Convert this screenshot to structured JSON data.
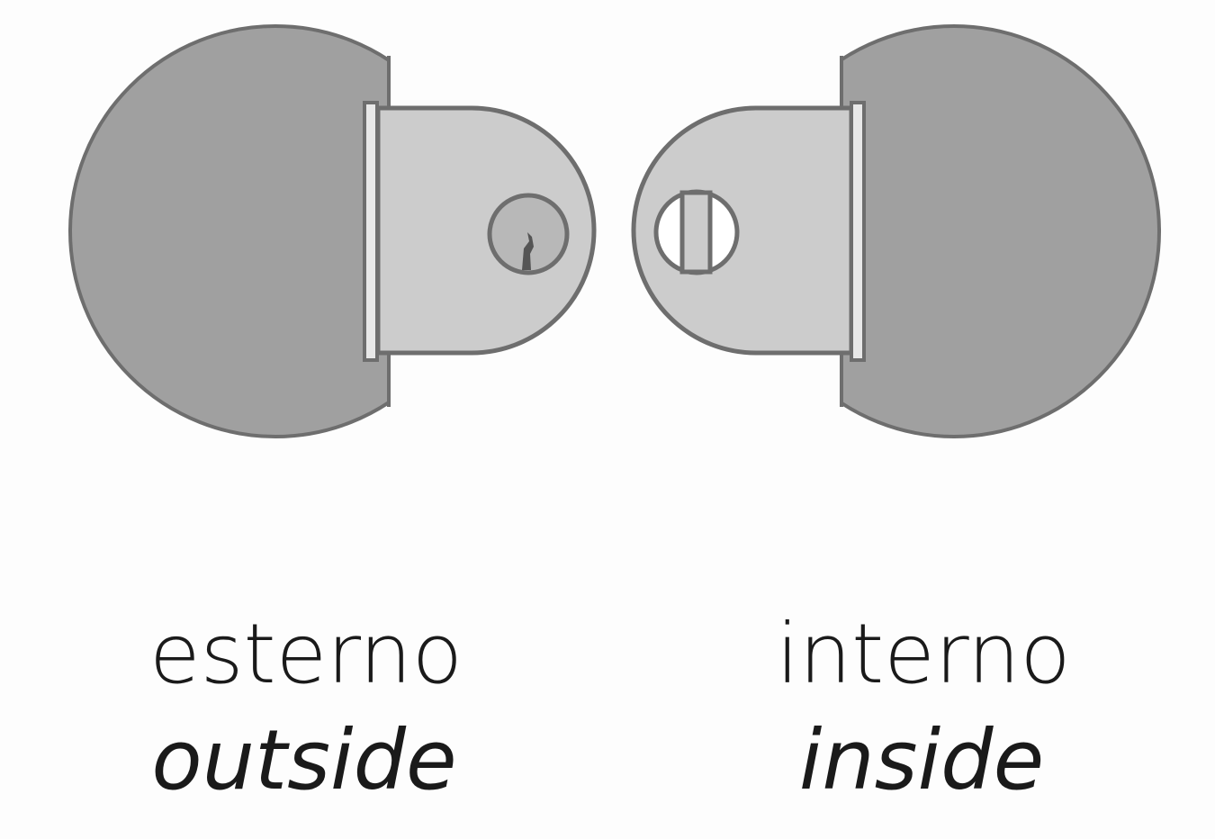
{
  "colors": {
    "knob": "#a0a0a0",
    "plate": "#cccccc",
    "outline": "#6e6e6e",
    "keyhole": "#b8b8b8",
    "text": "#1a1a1a"
  },
  "outside": {
    "label_it": "esterno",
    "label_en": "outside",
    "icon": "keyed-cylinder-icon"
  },
  "inside": {
    "label_it": "interno",
    "label_en": "inside",
    "icon": "thumb-turn-icon"
  }
}
